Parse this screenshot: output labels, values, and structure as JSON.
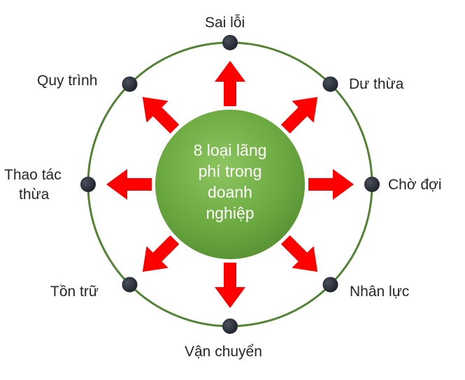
{
  "center": {
    "lines": [
      "8 loại lãng",
      "phí trong",
      "doanh",
      "nghiệp"
    ]
  },
  "nodes": [
    {
      "id": "sai-loi",
      "label": "Sai lỗi"
    },
    {
      "id": "du-thua",
      "label": "Dư thừa"
    },
    {
      "id": "cho-doi",
      "label": "Chờ đợi"
    },
    {
      "id": "nhan-luc",
      "label": "Nhân lực"
    },
    {
      "id": "van-chuyen",
      "label": "Vận chuyển"
    },
    {
      "id": "ton-tru",
      "label": "Tồn trữ"
    },
    {
      "id": "thao-tac-thua",
      "label_lines": [
        "Thao tác",
        "thừa"
      ]
    },
    {
      "id": "quy-trinh",
      "label": "Quy trình"
    }
  ],
  "colors": {
    "ring": "#548235",
    "center_fill": "#70ad47",
    "arrow": "#ff0000",
    "node_dot": "#262a33",
    "label_text": "#262626",
    "center_text": "#ffffff"
  }
}
